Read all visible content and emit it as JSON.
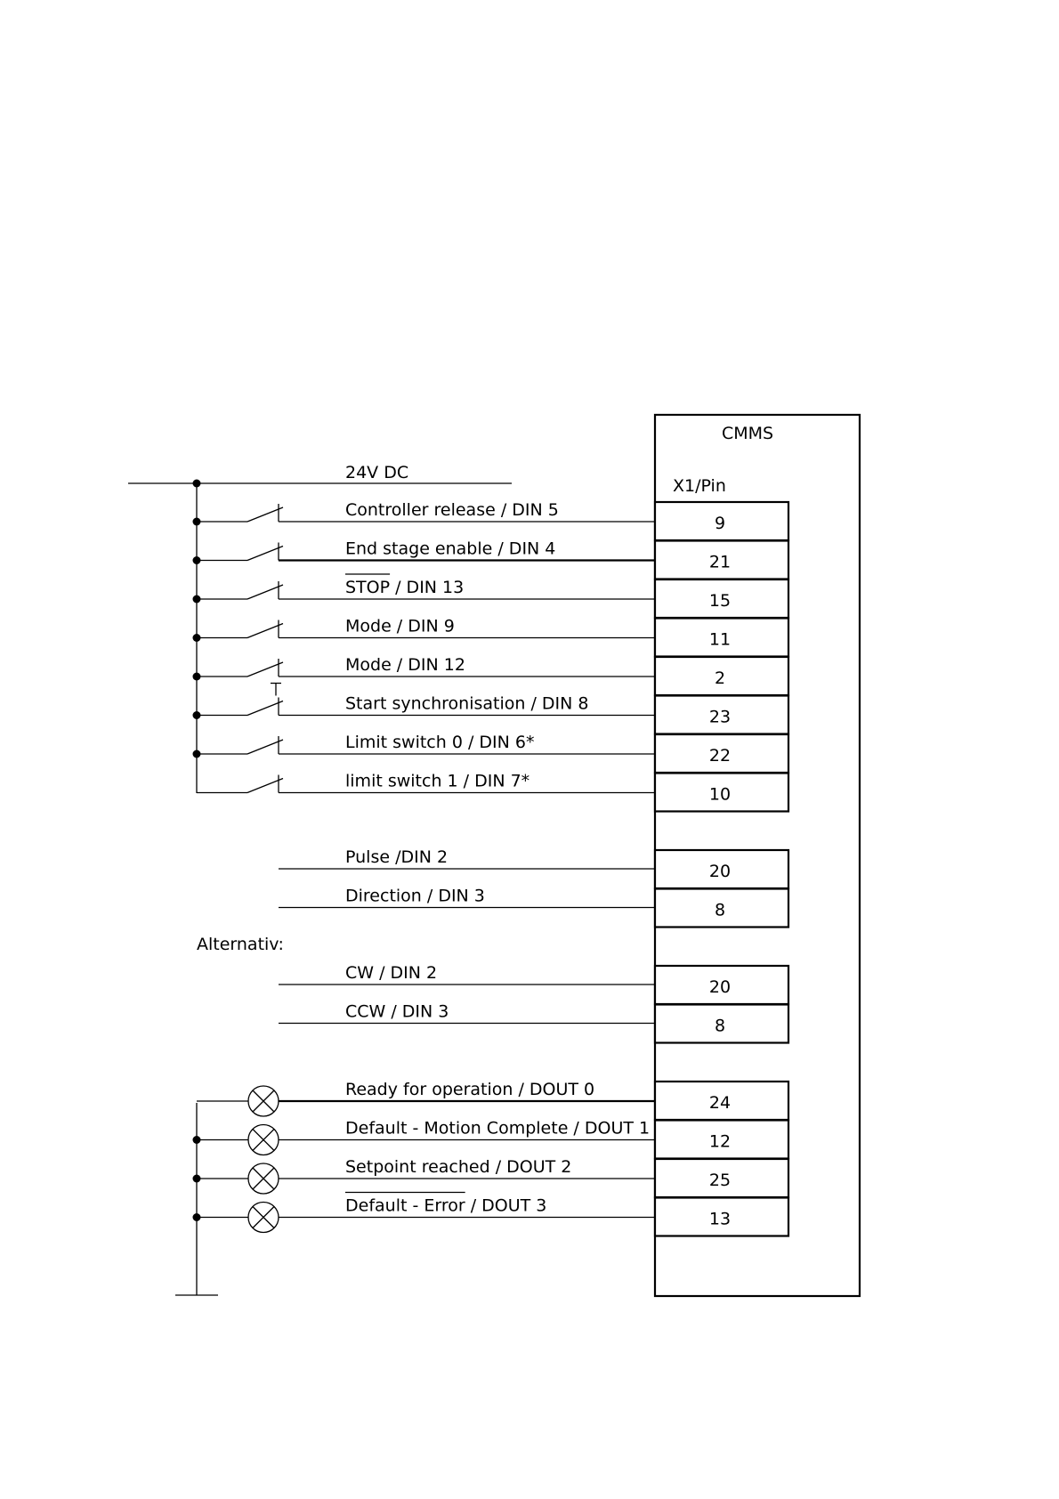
{
  "module": {
    "name": "CMMS",
    "connector": "X1/Pin"
  },
  "supply": {
    "label": "24V DC"
  },
  "inputs": [
    {
      "label": "Controller release / DIN 5",
      "pin": "9"
    },
    {
      "label": "End stage enable / DIN 4",
      "pin": "21"
    },
    {
      "label": "STOP / DIN 13",
      "pin": "15",
      "overline_prefix": "STOP"
    },
    {
      "label": "Mode / DIN 9",
      "pin": "11"
    },
    {
      "label": "Mode / DIN 12",
      "pin": "2"
    },
    {
      "label": "Start synchronisation / DIN 8",
      "pin": "23",
      "pushbutton": true
    },
    {
      "label": "Limit switch 0 / DIN 6*",
      "pin": "22"
    },
    {
      "label": "limit switch 1 / DIN 7*",
      "pin": "10"
    }
  ],
  "pulse_inputs": [
    {
      "label": "Pulse /DIN 2",
      "pin": "20"
    },
    {
      "label": "Direction / DIN 3",
      "pin": "8"
    }
  ],
  "alternative": {
    "label": "Alternativ:",
    "items": [
      {
        "label": "CW / DIN 2",
        "pin": "20"
      },
      {
        "label": "CCW / DIN 3",
        "pin": "8"
      }
    ]
  },
  "outputs": [
    {
      "label": "Ready for operation / DOUT 0",
      "pin": "24"
    },
    {
      "label": "Default - Motion Complete / DOUT 1",
      "pin": "12"
    },
    {
      "label": "Setpoint reached / DOUT 2",
      "pin": "25"
    },
    {
      "label": "Default  -  Error / DOUT 3",
      "pin": "13",
      "overline_prefix": "Default  -  Error"
    }
  ]
}
